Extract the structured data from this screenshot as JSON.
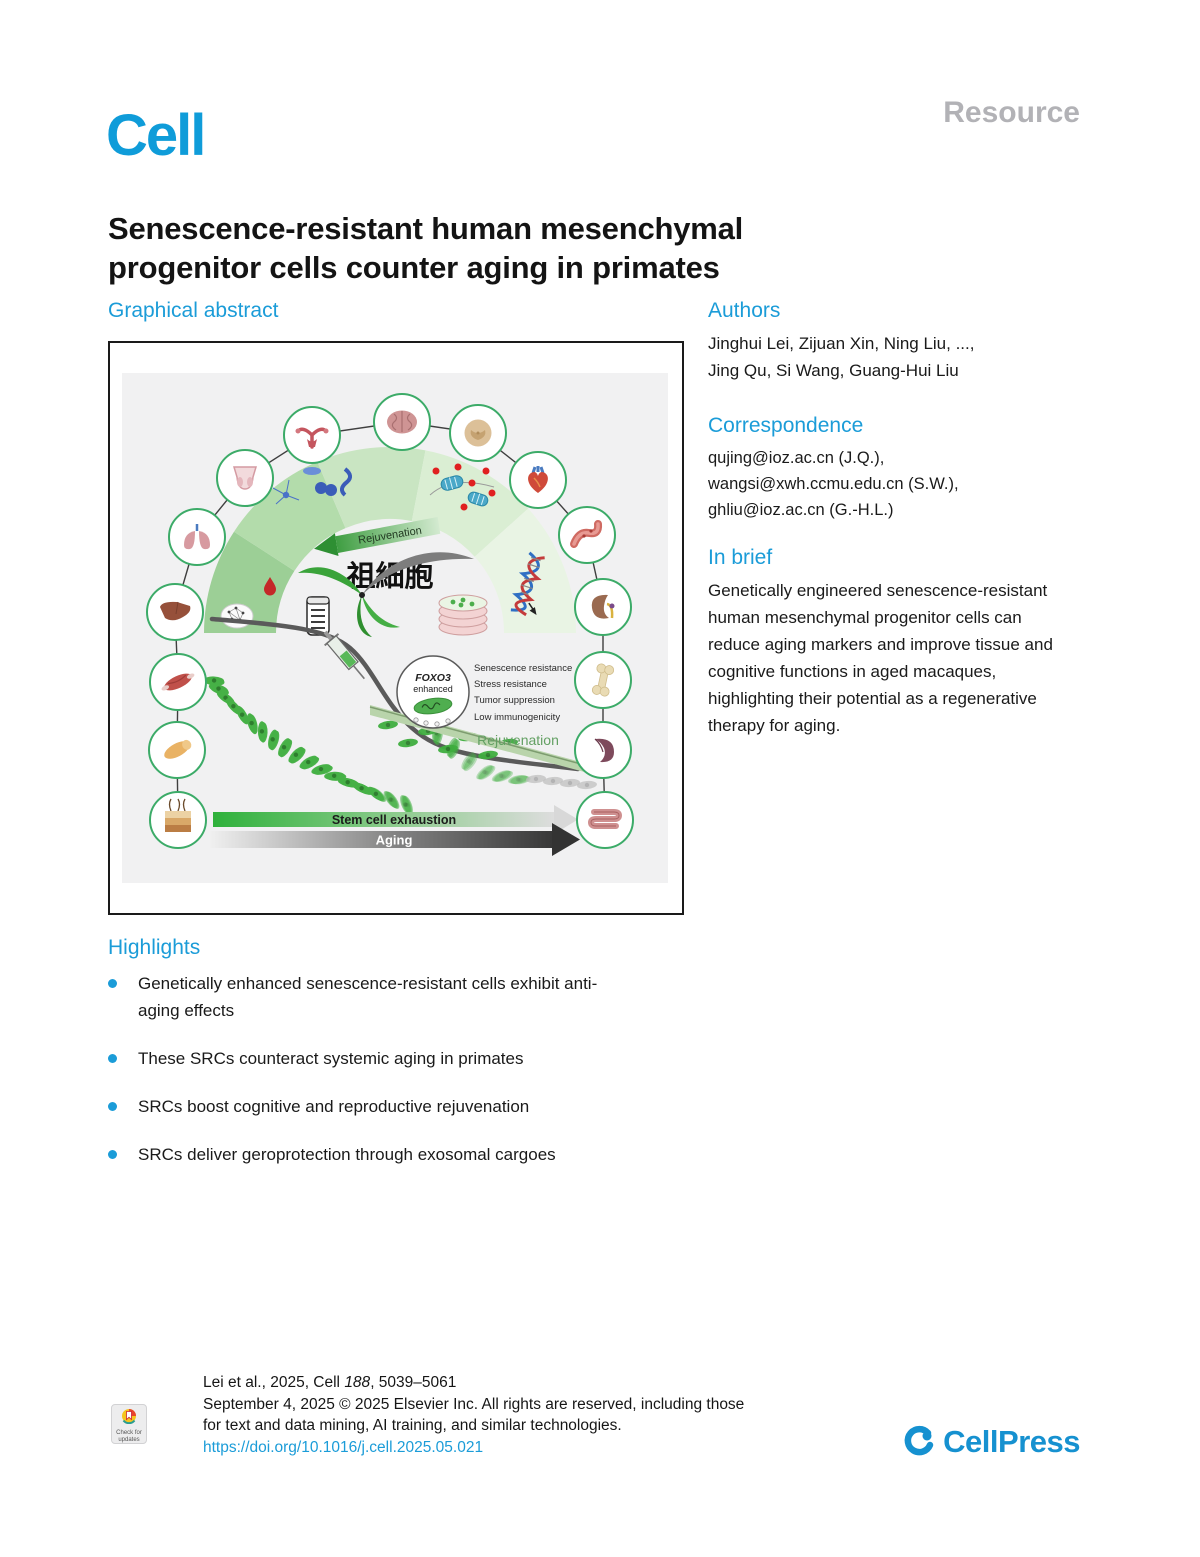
{
  "journal": {
    "name": "Cell",
    "publisher": "CellPress"
  },
  "page": {
    "article_type": "Resource"
  },
  "title": "Senescence-resistant human mesenchymal progenitor cells counter aging in primates",
  "graphical_abstract": {
    "heading": "Graphical abstract"
  },
  "authors": {
    "heading": "Authors",
    "line1": "Jinghui Lei, Zijuan Xin, Ning Liu, ...,",
    "line2": "Jing Qu, Si Wang, Guang-Hui Liu"
  },
  "correspondence": {
    "heading": "Correspondence",
    "line1": "qujing@ioz.ac.cn (J.Q.),",
    "line2": "wangsi@xwh.ccmu.edu.cn (S.W.),",
    "line3": "ghliu@ioz.ac.cn (G.-H.L.)"
  },
  "in_brief": {
    "heading": "In brief",
    "text": "Genetically engineered senescence-resistant human mesenchymal progenitor cells can reduce aging markers and improve tissue and cognitive functions in aged macaques, highlighting their potential as a regenerative therapy for aging."
  },
  "highlights": {
    "heading": "Highlights",
    "items": [
      "Genetically enhanced senescence-resistant cells exhibit anti-aging effects",
      "These SRCs counteract systemic aging in primates",
      "SRCs boost cognitive and reproductive rejuvenation",
      "SRCs deliver geroprotection through exosomal cargoes"
    ]
  },
  "figure": {
    "labels": {
      "rejuvenation_arrow": "Rejuvenation",
      "progenitor_cell_cn": "祖細胞",
      "foxo3": "FOXO3",
      "enhanced": "enhanced",
      "traits": [
        "Senescence resistance",
        "Stress resistance",
        "Tumor suppression",
        "Low immunogenicity"
      ],
      "rejuvenation_curve": "Rejuvenation",
      "axis_top": "Stem cell exhaustion",
      "axis_bottom": "Aging"
    },
    "organs": [
      "skin",
      "pancreas",
      "muscle",
      "liver",
      "lung",
      "testis",
      "uterus",
      "brain",
      "spinal cord",
      "heart",
      "blood vessel",
      "kidney",
      "bone",
      "spleen",
      "intestine"
    ]
  },
  "footer": {
    "citation_prefix": "Lei et al., 2025, Cell ",
    "citation_volume": "188",
    "citation_suffix": ", 5039–5061",
    "rights_line1": "September 4, 2025 © 2025 Elsevier Inc. All rights are reserved, including those",
    "rights_line2": "for text and data mining, AI training, and similar technologies.",
    "doi": "https://doi.org/10.1016/j.cell.2025.05.021",
    "update_badge": "Check for updates"
  },
  "colors": {
    "accent_blue": "#1b9cd8",
    "resource_gray": "#b2b2b6",
    "figure_bg": "#f1f1f2",
    "organ_ring_green": "#3cab68"
  }
}
